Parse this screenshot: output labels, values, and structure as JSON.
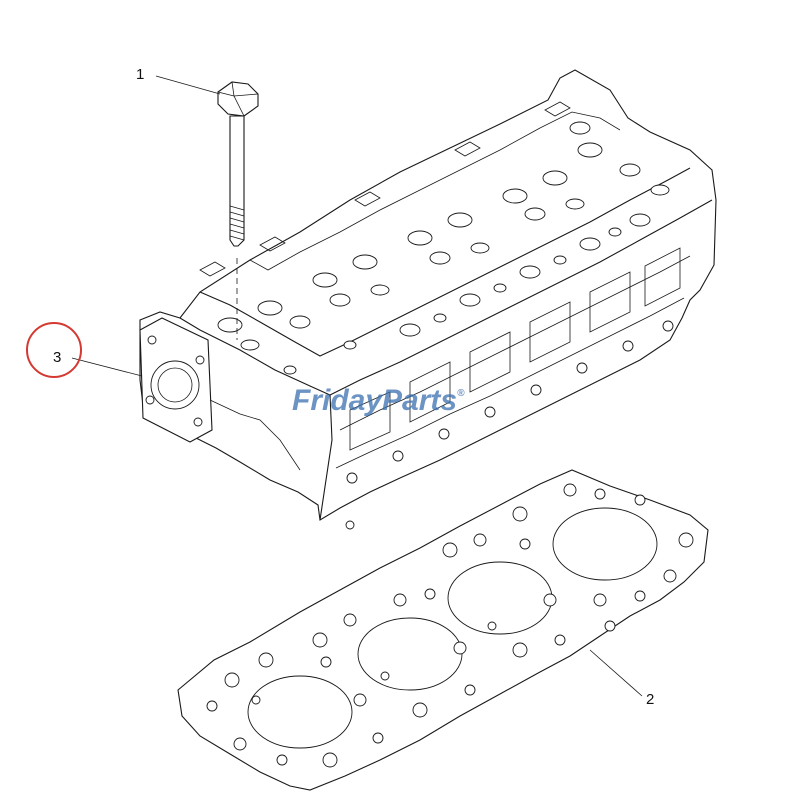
{
  "callouts": {
    "bolt": "1",
    "gasket": "2",
    "head": "3"
  },
  "watermark": {
    "word1": "Friday",
    "word2": "Parts",
    "mark": "®",
    "color_main": "#3a6fb0",
    "color_accent": "#f2a93b"
  },
  "highlight": {
    "color": "#d43a32",
    "target_callout": "3"
  }
}
